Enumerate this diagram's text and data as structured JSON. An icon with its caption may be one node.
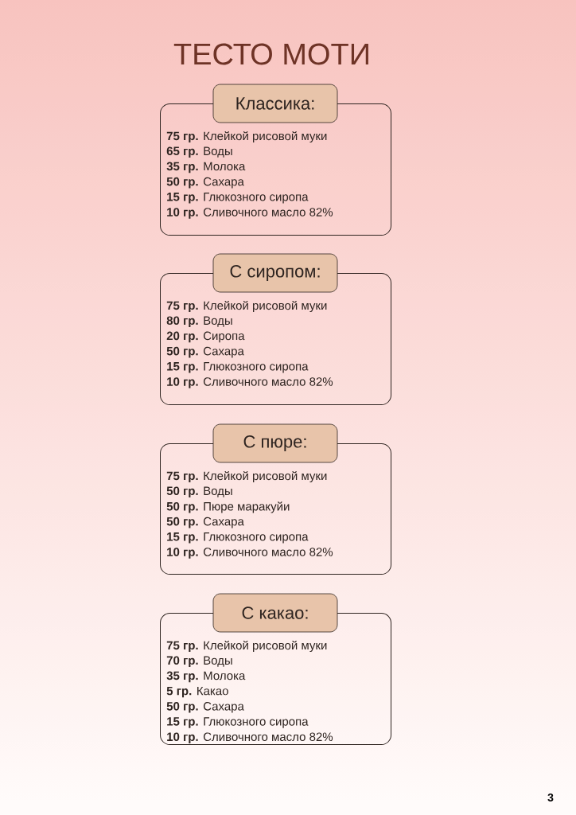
{
  "diagram": {
    "title": "ТЕСТО МОТИ",
    "nodes": [
      {
        "text": [
          "Классика:"
        ]
      },
      {
        "text": [
          "**75 гр.** Клейкой рисовой муки",
          "**65 гр.** Воды",
          "**35 гр.** Молока",
          "**50 гр.** Сахара",
          "**15 гр.** Глюкозного сиропа",
          "**10 гр.** Сливочного масло 82%"
        ]
      },
      {
        "text": [
          "С сиропом:"
        ]
      },
      {
        "text": [
          "**75 гр.** Клейкой рисовой муки",
          "**80 гр.** Воды",
          "**20 гр.** Сиропа",
          "**50 гр.** Сахара",
          "**15 гр.** Глюкозного сиропа",
          "**10 гр.** Сливочного масло 82%"
        ]
      },
      {
        "text": [
          "С пюре:"
        ]
      },
      {
        "text": [
          "**75 гр.** Клейкой рисовой муки",
          "**50 гр.** Воды",
          "**50 гр.** Пюре маракуйи",
          "**50 гр.** Сахара",
          "**15 гр.** Глюкозного сиропа",
          "**10 гр.** Сливочного масло 82%"
        ]
      },
      {
        "text": [
          "С какао:"
        ]
      },
      {
        "text": [
          "**75 гр.** Клейкой рисовой муки",
          "**70 гр.** Воды",
          "**35 гр.** Молока",
          "**5 гр.** Какао",
          "**50 гр.** Сахара",
          "**15 гр.** Глюкозного сиропа",
          "**10 гр.** Сливочного масло 82%"
        ]
      }
    ],
    "labels": [
      "3"
    ]
  }
}
